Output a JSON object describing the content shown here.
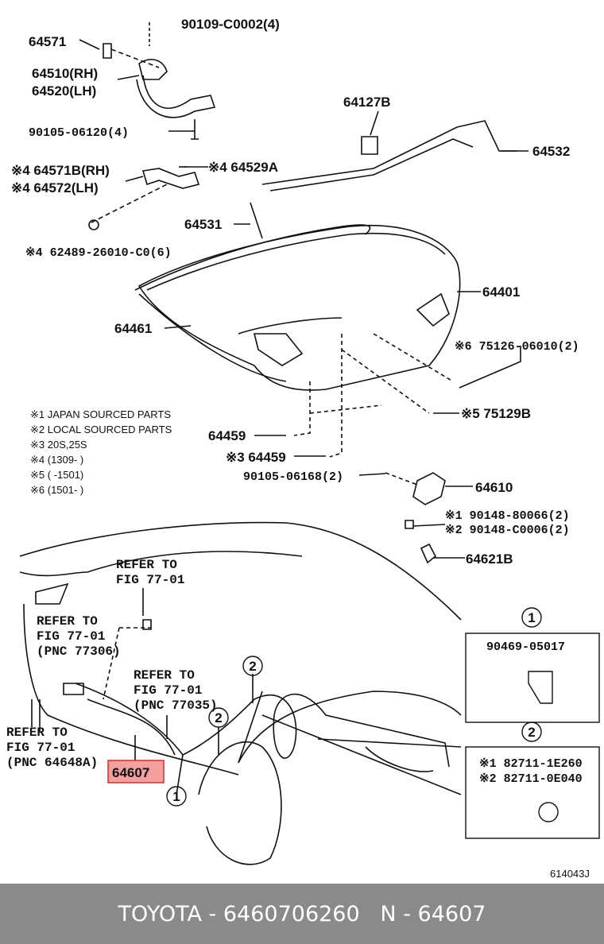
{
  "part_labels": {
    "p64571": "64571",
    "p90109": "90109-C0002(4)",
    "p64510": "64510(RH)",
    "p64520": "64520(LH)",
    "p90105a": "90105-06120(4)",
    "p64127b": "64127B",
    "p64532": "64532",
    "p64571b": "※4 64571B(RH)",
    "p64572": "※4 64572(LH)",
    "p64529a": "※4 64529A",
    "p64531": "64531",
    "p62489": "※4 62489-26010-C0(6)",
    "p64401": "64401",
    "p64461": "64461",
    "p75126": "※6 75126-06010(2)",
    "p75129b": "※5 75129B",
    "p64459a": "64459",
    "p64459b": "※3 64459",
    "p90105b": "90105-06168(2)",
    "p64610": "64610",
    "p90148a": "※1 90148-80066(2)",
    "p90148b": "※2 90148-C0006(2)",
    "p64621b": "64621B",
    "p64607": "64607"
  },
  "notes": {
    "n1": "※1 JAPAN SOURCED PARTS",
    "n2": "※2 LOCAL SOURCED PARTS",
    "n3": "※3 20S,25S",
    "n4": "※4 (1309-      )",
    "n5": "※5 (      -1501)",
    "n6": "※6 (1501-      )"
  },
  "refs": {
    "r1a": "REFER TO",
    "r1b": "FIG 77-01",
    "r2a": "REFER TO",
    "r2b": "FIG 77-01",
    "r2c": "(PNC 77306)",
    "r3a": "REFER TO",
    "r3b": "FIG 77-01",
    "r3c": "(PNC 77035)",
    "r4a": "REFER TO",
    "r4b": "FIG 77-01",
    "r4c": "(PNC 64648A)"
  },
  "callouts": {
    "c1": "1",
    "c2": "2",
    "c1_part": "90469-05017",
    "c2_part1": "※1 82711-1E260",
    "c2_part2": "※2 82711-0E040"
  },
  "code": "614043J",
  "footer": {
    "brand": "TOYOTA",
    "sep1": " - ",
    "partno": "6460706260",
    "sep2": "   N - ",
    "pnc": "64607"
  },
  "colors": {
    "highlight_bg": "#f4a0a0",
    "highlight_border": "#d23030",
    "footer_bg": "#8a8a8a"
  }
}
